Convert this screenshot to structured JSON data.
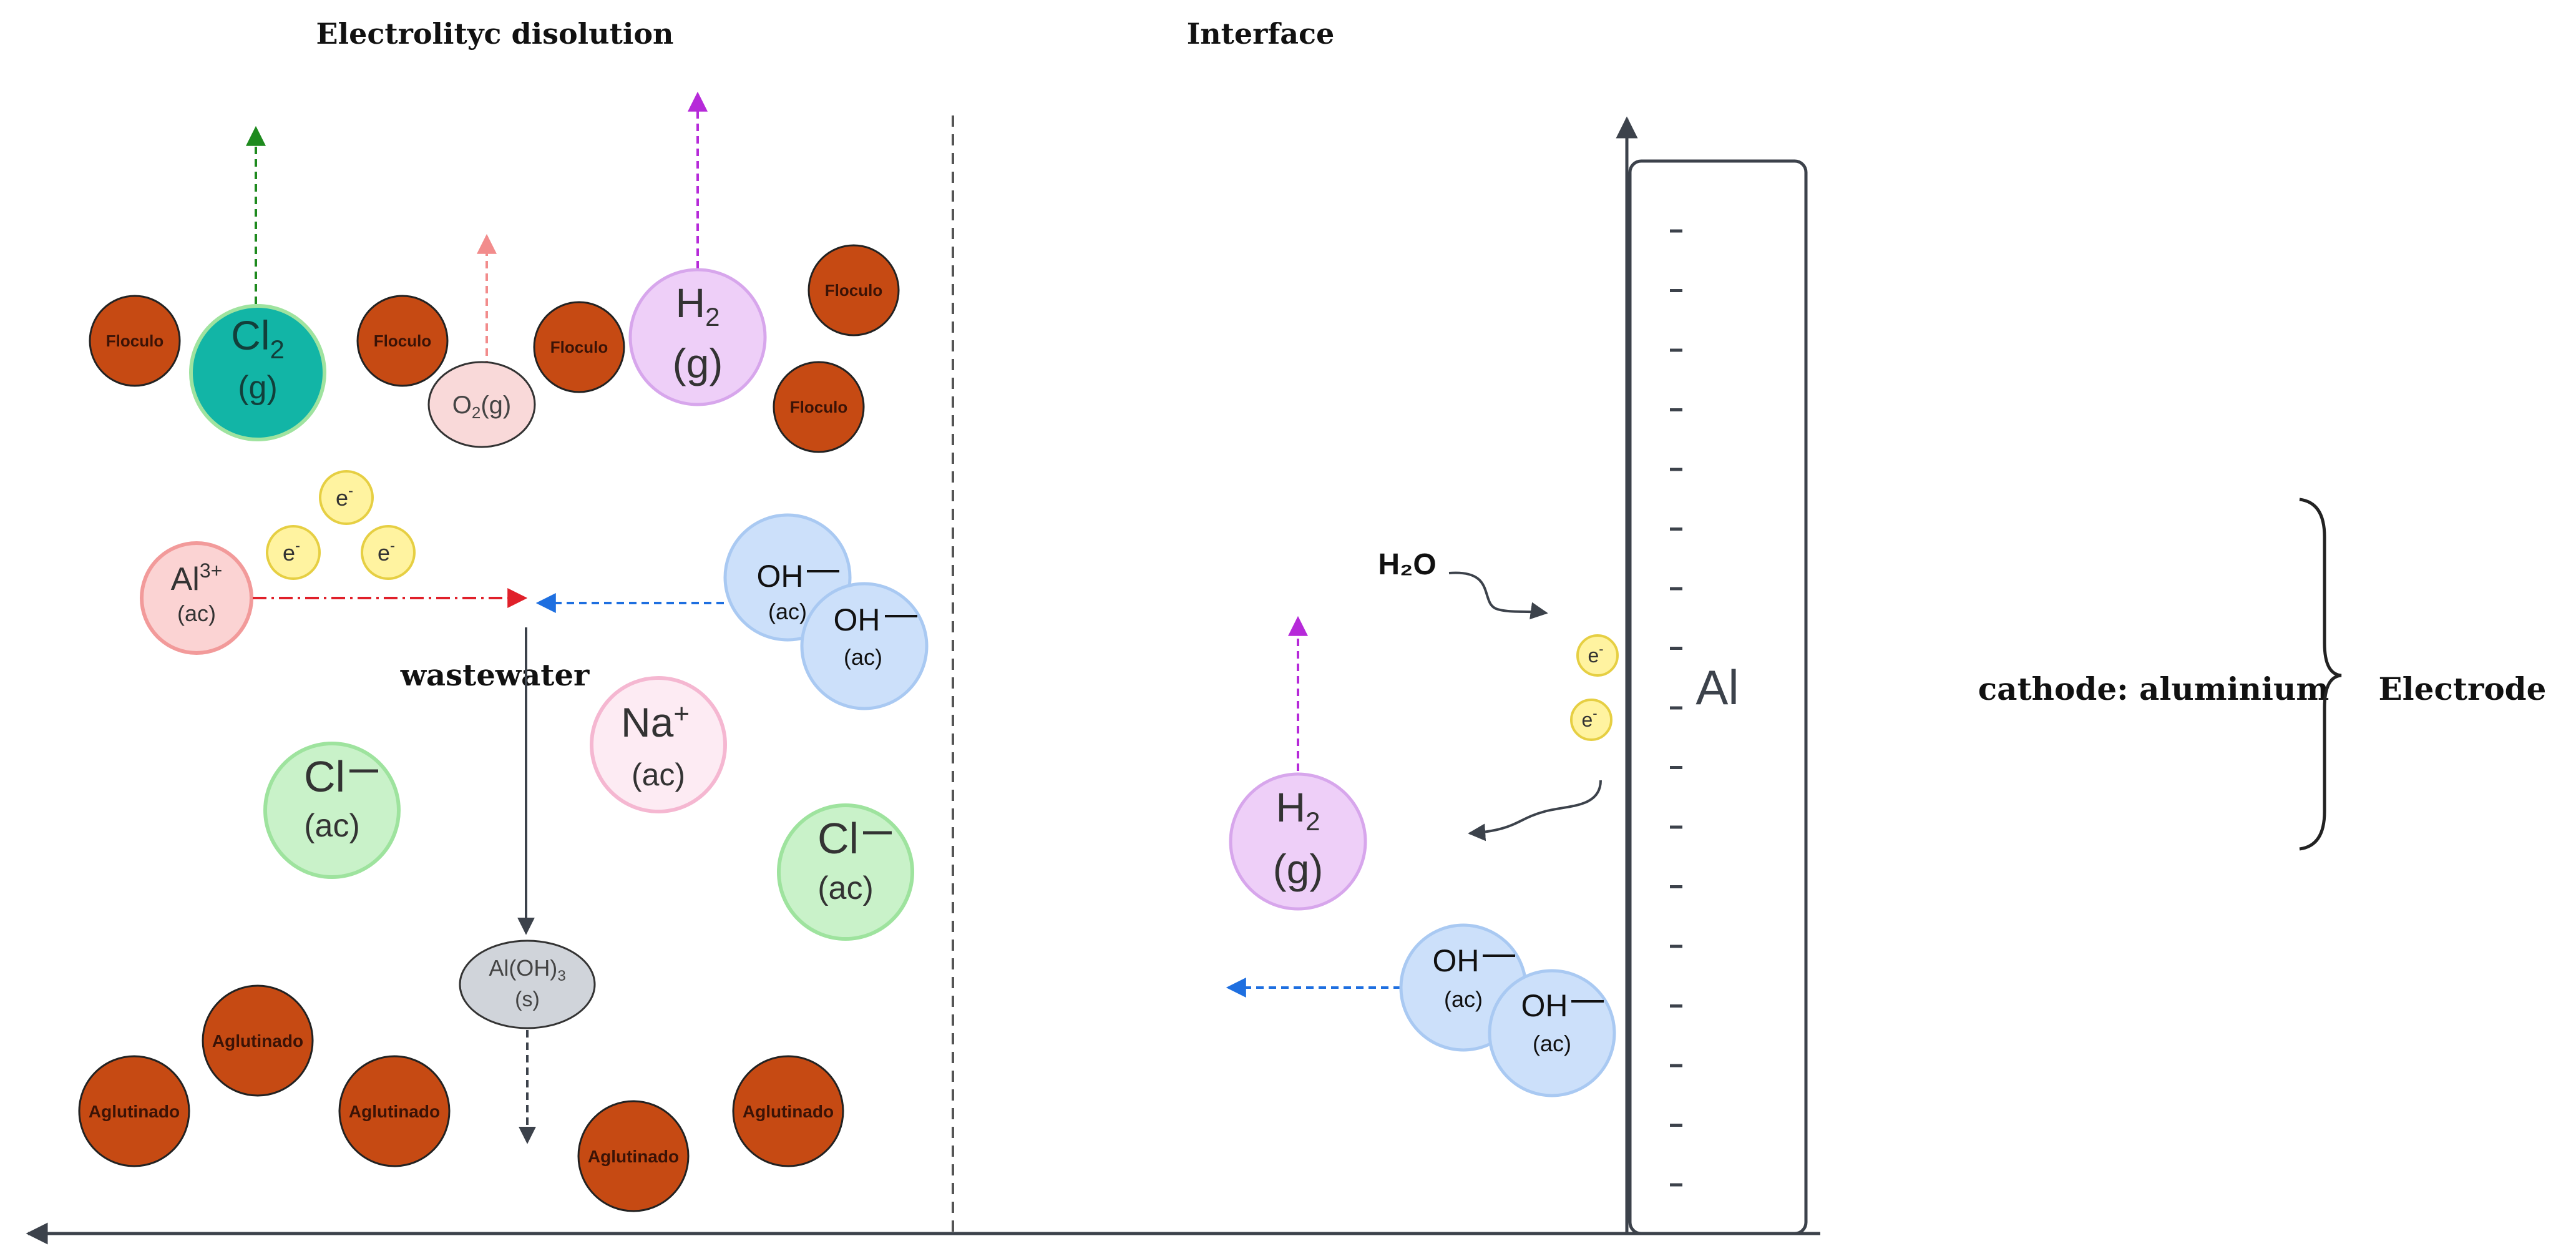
{
  "headings": {
    "left": "Electrolityc disolution",
    "right": "Interface"
  },
  "labels": {
    "wastewater": "wastewater",
    "cathode": "cathode: aluminium",
    "electrode": "Electrode",
    "electrode_symbol": "Al",
    "water": "H₂O"
  },
  "flocs": {
    "floc_label": "Floculo",
    "agglutinate_label": "Aglutinado"
  },
  "species": {
    "cl2": {
      "main": "Cl",
      "sub": "2",
      "phase": "(g)"
    },
    "o2": {
      "main": "O",
      "sub": "2",
      "phase": "(g)"
    },
    "h2_left": {
      "main": "H",
      "sub": "2",
      "phase": "(g)"
    },
    "h2_right": {
      "main": "H",
      "sub": "2",
      "phase": "(g)"
    },
    "al3": {
      "main": "Al",
      "sup": "3+",
      "phase": "(ac)"
    },
    "oh": {
      "main": "OH",
      "phase": "(ac)"
    },
    "na": {
      "main": "Na",
      "sup": "+",
      "phase": "(ac)"
    },
    "cl": {
      "main": "Cl",
      "phase": "(ac)"
    },
    "aloh3": {
      "main": "Al(OH)",
      "sub": "3",
      "phase": "(s)"
    },
    "electron": {
      "main": "e",
      "sup": "-"
    }
  },
  "electrode_charge": "-",
  "colors": {
    "floc": "#C64A13",
    "cl2": "#12B5A6",
    "o2": "#F9D9D9",
    "h2": "#EECFF8",
    "al3": "#FBD3D3",
    "oh": "#CCE0FA",
    "na": "#FDEBF3",
    "cl": "#C9F2C9",
    "aloh3": "#D0D4DA",
    "electron": "#FFF3A0",
    "arrow_green": "#1E8A1E",
    "arrow_pink": "#F28C8C",
    "arrow_purple": "#B62AD9",
    "arrow_red": "#E0202A",
    "arrow_blue": "#1E6FE0"
  }
}
